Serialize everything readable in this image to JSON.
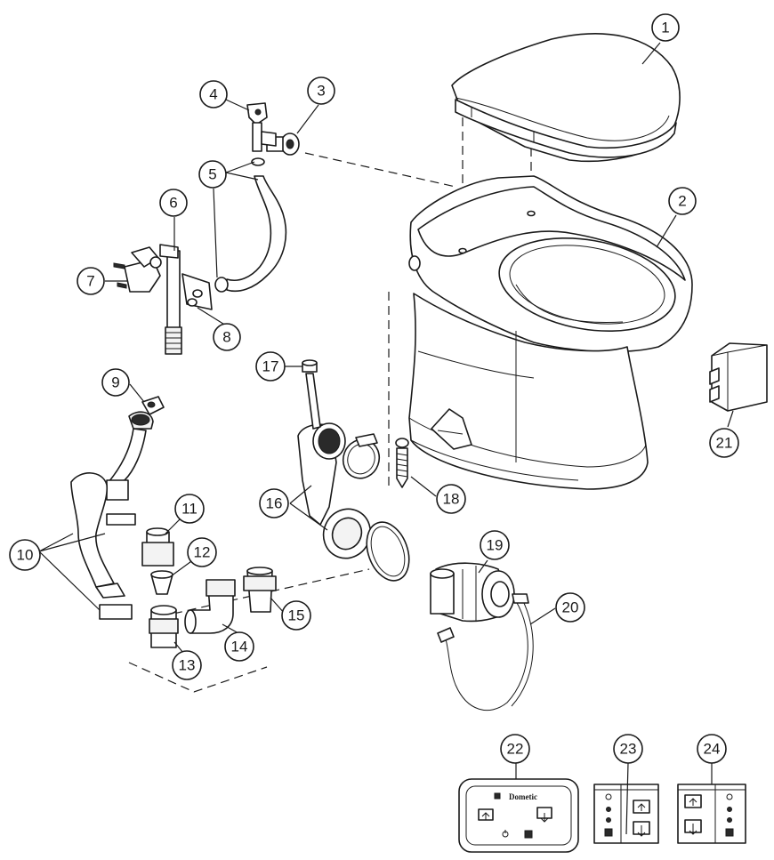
{
  "callouts": [
    {
      "id": "1",
      "label": "1"
    },
    {
      "id": "2",
      "label": "2"
    },
    {
      "id": "3",
      "label": "3"
    },
    {
      "id": "4",
      "label": "4"
    },
    {
      "id": "5",
      "label": "5"
    },
    {
      "id": "6",
      "label": "6"
    },
    {
      "id": "7",
      "label": "7"
    },
    {
      "id": "8",
      "label": "8"
    },
    {
      "id": "9",
      "label": "9"
    },
    {
      "id": "10",
      "label": "10"
    },
    {
      "id": "11",
      "label": "11"
    },
    {
      "id": "12",
      "label": "12"
    },
    {
      "id": "13",
      "label": "13"
    },
    {
      "id": "14",
      "label": "14"
    },
    {
      "id": "15",
      "label": "15"
    },
    {
      "id": "16",
      "label": "16"
    },
    {
      "id": "17",
      "label": "17"
    },
    {
      "id": "18",
      "label": "18"
    },
    {
      "id": "19",
      "label": "19"
    },
    {
      "id": "20",
      "label": "20"
    },
    {
      "id": "21",
      "label": "21"
    },
    {
      "id": "22",
      "label": "22"
    },
    {
      "id": "23",
      "label": "23"
    },
    {
      "id": "24",
      "label": "24"
    }
  ],
  "control_panel": {
    "brand": "Dometic"
  },
  "icons": {
    "power": "power-icon",
    "flush_up": "fill-bowl-icon",
    "flush_down": "flush-bowl-icon",
    "status_led": "indicator-led-icon"
  }
}
